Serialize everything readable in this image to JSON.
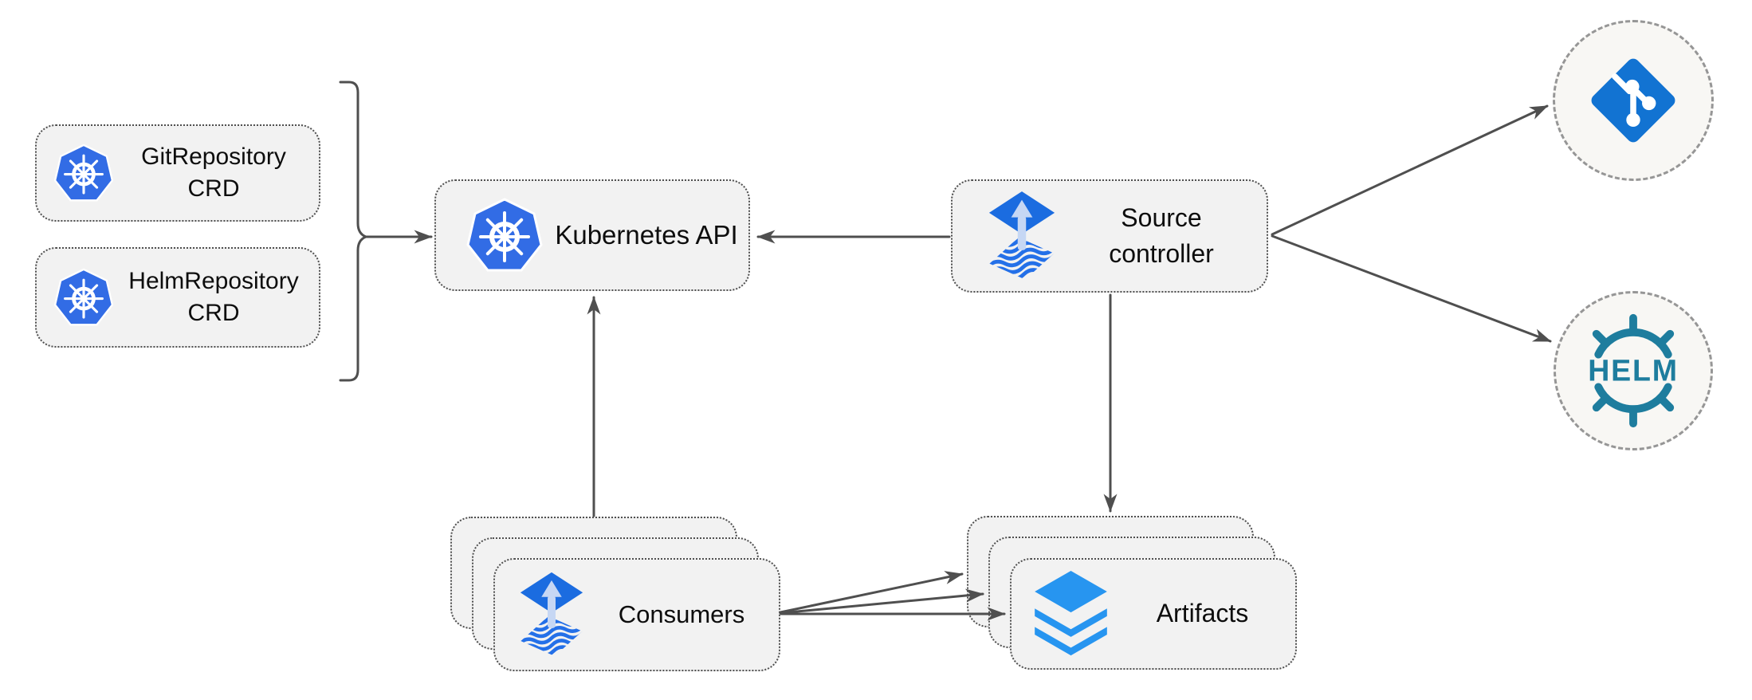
{
  "diagram": {
    "kind": "architecture-diagram",
    "nodes": {
      "git_repository_crd": {
        "label": "GitRepository\nCRD",
        "icon": "kubernetes-icon"
      },
      "helm_repository_crd": {
        "label": "HelmRepository\nCRD",
        "icon": "kubernetes-icon"
      },
      "kubernetes_api": {
        "label": "Kubernetes API",
        "icon": "kubernetes-icon"
      },
      "source_controller": {
        "label": "Source\ncontroller",
        "icon": "flux-icon"
      },
      "consumers": {
        "label": "Consumers",
        "icon": "flux-icon",
        "stacked": true
      },
      "artifacts": {
        "label": "Artifacts",
        "icon": "layers-icon",
        "stacked": true
      },
      "git_remote": {
        "icon": "git-icon"
      },
      "helm_remote": {
        "icon": "helm-icon",
        "logo_text": "HELM"
      }
    },
    "edges": [
      {
        "from": "crd-bracket",
        "to": "kubernetes_api",
        "arrow": "end"
      },
      {
        "from": "source_controller",
        "to": "kubernetes_api",
        "arrow": "end"
      },
      {
        "from": "consumers",
        "to": "kubernetes_api",
        "arrow": "end"
      },
      {
        "from": "source_controller",
        "to": "artifacts",
        "arrow": "end"
      },
      {
        "from": "source_controller",
        "to": "git_remote",
        "arrow": "end"
      },
      {
        "from": "source_controller",
        "to": "helm_remote",
        "arrow": "end"
      },
      {
        "from": "consumers",
        "to": "artifacts",
        "arrow": "end",
        "count": 3
      }
    ],
    "colors": {
      "box_fill": "#f2f2f2",
      "box_border": "#4f4f4f",
      "circle_fill": "#f8f7f4",
      "circle_border": "#969696",
      "arrow": "#4f4f4f",
      "kubernetes_blue": "#326ce5",
      "flux_blue": "#1b6ce0",
      "flux_arrow_light": "#c6d7f4",
      "git_blue": "#1273d2",
      "helm_teal": "#1e7d9e",
      "layers_blue": "#2795f0",
      "text": "#0d0d0d"
    }
  }
}
